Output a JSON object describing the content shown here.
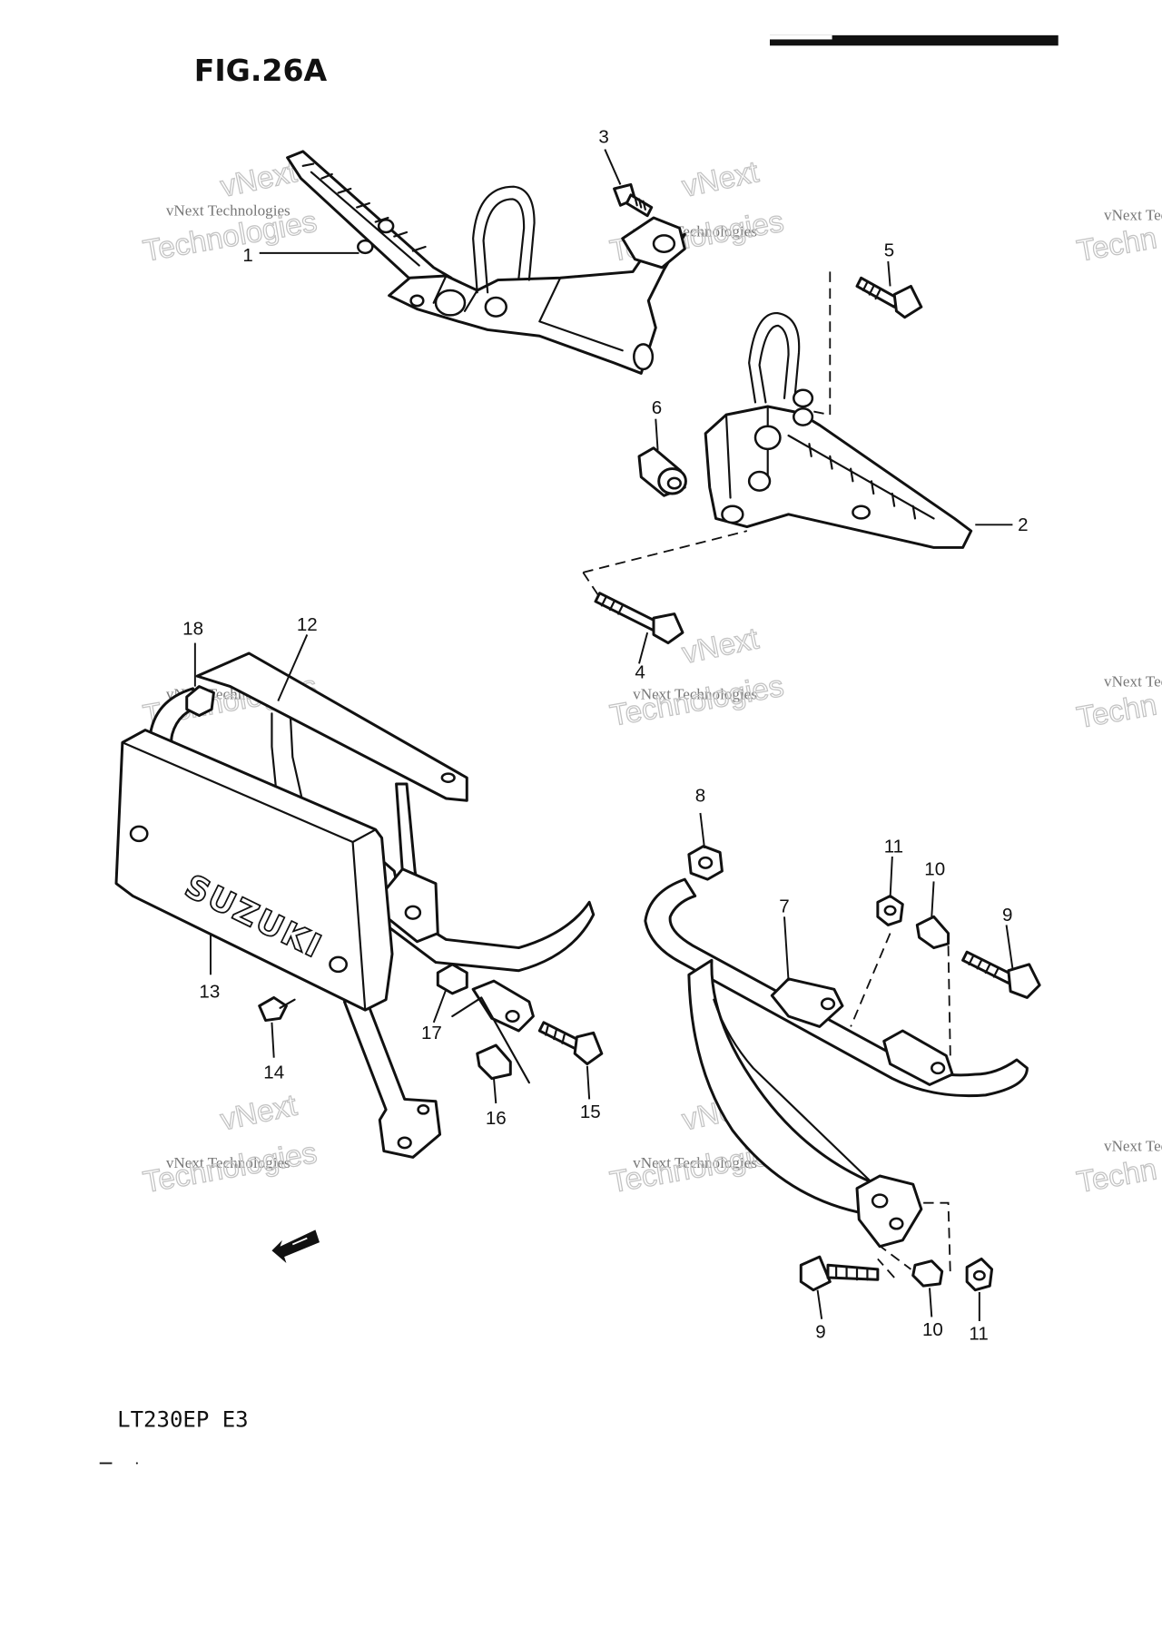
{
  "figure": {
    "title": "FIG.26A",
    "model": "LT230EP  E3"
  },
  "callouts": [
    "1",
    "2",
    "3",
    "4",
    "5",
    "6",
    "7",
    "8",
    "9",
    "9",
    "10",
    "10",
    "11",
    "11",
    "12",
    "13",
    "14",
    "15",
    "16",
    "17",
    "18"
  ],
  "brand_plate_text": "SUZUKI",
  "watermark": {
    "small": "vNext Technologies",
    "big": "Technologies",
    "fragment_small": "vNext Tec",
    "fragment_big": "Techn",
    "arc": "vNext"
  }
}
